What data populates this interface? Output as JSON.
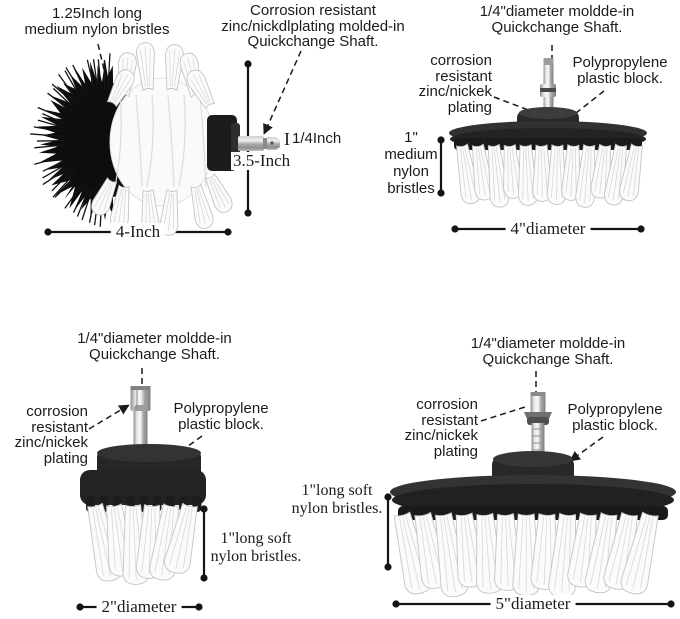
{
  "colors": {
    "background": "#ffffff",
    "ink": "#1b1b1b",
    "plastic_block": "#2b2b2b",
    "bristle_white": "#fafafa",
    "bristle_shadow": "#c4c4c4",
    "metal_shaft": "#b5b5b5",
    "black_bristles": "#0e0e0e"
  },
  "ball_brush": {
    "bristle_label": "1.25Inch long\nmedium nylon bristles",
    "shaft_label": "Corrosion resistant\nzinc/nickdlplating molded-in\nQuickchange Shaft.",
    "dia_icon": "I",
    "dia_label": "1/4Inch",
    "length_label": "3.5-Inch",
    "width_label": "4-Inch"
  },
  "brush_4in": {
    "shaft_label": "1/4\"diameter moldde-in\nQuickchange Shaft.",
    "plating_label": "corrosion\nresistant\nzinc/nickek\nplating",
    "block_label": "Polypropylene\nplastic block.",
    "bristle_label": "1\"\nmedium\nnylon\nbristles",
    "diameter_label": "4\"diameter"
  },
  "brush_2in": {
    "shaft_label": "1/4\"diameter moldde-in\nQuickchange Shaft.",
    "plating_label": "corrosion\nresistant\nzinc/nickek\nplating",
    "block_label": "Polypropylene\nplastic block.",
    "bristle_label": "1\"long soft\nnylon bristles.",
    "diameter_label": "2\"diameter"
  },
  "brush_5in": {
    "shaft_label": "1/4\"diameter moldde-in\nQuickchange Shaft.",
    "plating_label": "corrosion\nresistant\nzinc/nickek\nplating",
    "block_label": "Polypropylene\nplastic block.",
    "bristle_label": "1\"long soft\nnylon bristles.",
    "diameter_label": "5\"diameter"
  }
}
